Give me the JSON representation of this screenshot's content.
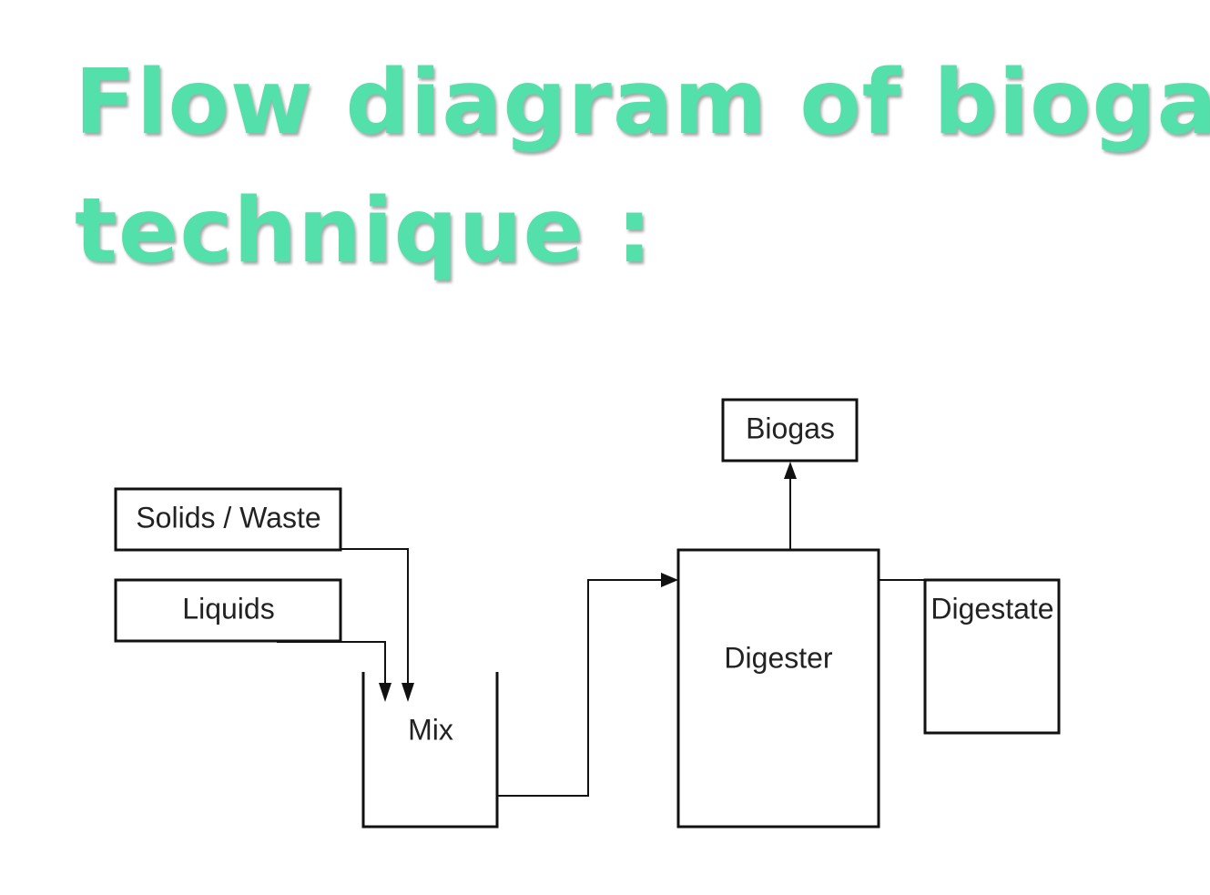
{
  "title": {
    "line1": "Flow diagram of biogas",
    "line2": "technique :",
    "color": "#53e0aa"
  },
  "diagram": {
    "nodes": {
      "solids": "Solids / Waste",
      "liquids": "Liquids",
      "mix": "Mix",
      "digester": "Digester",
      "biogas": "Biogas",
      "digestate": "Digestate"
    },
    "edges": [
      {
        "from": "solids",
        "to": "mix"
      },
      {
        "from": "liquids",
        "to": "mix"
      },
      {
        "from": "mix",
        "to": "digester"
      },
      {
        "from": "digester",
        "to": "biogas"
      },
      {
        "from": "digester",
        "to": "digestate"
      }
    ]
  }
}
